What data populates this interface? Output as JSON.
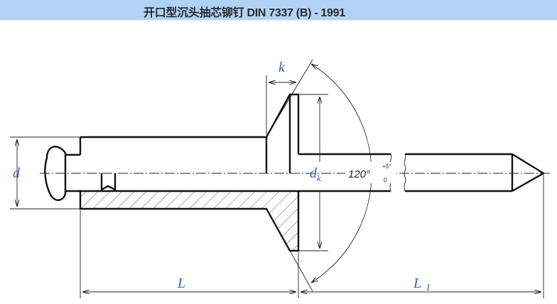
{
  "header": {
    "title": "开口型沉头抽芯铆钉 DIN 7337 (B) - 1991"
  },
  "drawing": {
    "labels": {
      "d": "d",
      "dk_main": "d",
      "dk_sub": "k",
      "k": "k",
      "L": "L",
      "L1_main": "L",
      "L1_sub": "1"
    },
    "angle": {
      "value": "120°",
      "tol_upper": "+5°",
      "tol_lower": "0"
    },
    "colors": {
      "label": "#3a5fb8",
      "line": "#111111",
      "header": "#b1d2f7"
    }
  }
}
